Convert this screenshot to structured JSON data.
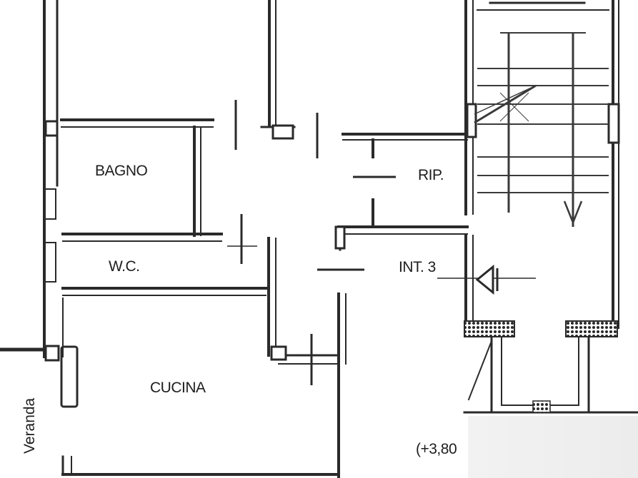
{
  "rooms": {
    "bagno": "BAGNO",
    "wc": "W.C.",
    "cucina": "CUCINA",
    "rip": "RIP.",
    "int": "INT. 3",
    "veranda": "Veranda",
    "level": "(+3,80"
  },
  "colors": {
    "wall": "#2a2a2a",
    "stair": "#3a3a3a",
    "background": "#ffffff",
    "text": "#1e1e1e"
  }
}
